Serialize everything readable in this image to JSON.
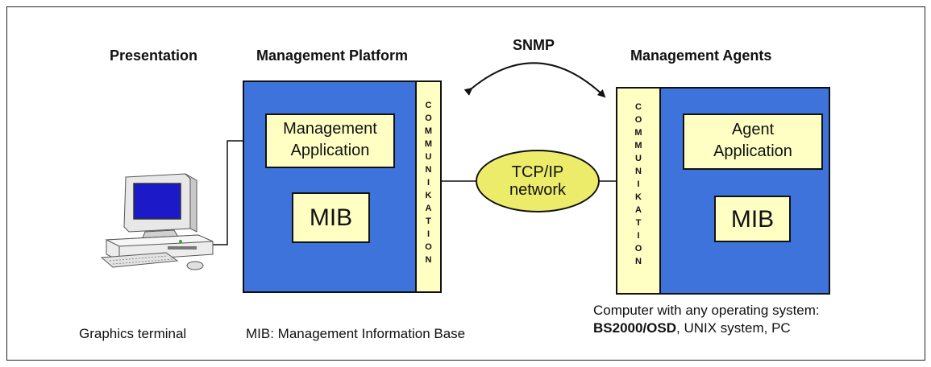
{
  "headers": {
    "presentation": "Presentation",
    "management_platform": "Management Platform",
    "snmp": "SNMP",
    "management_agents": "Management Agents"
  },
  "platform": {
    "app_line1": "Management",
    "app_line2": "Application",
    "mib": "MIB",
    "comm_letters": [
      "C",
      "O",
      "M",
      "M",
      "U",
      "N",
      "I",
      "K",
      "A",
      "T",
      "I",
      "O",
      "N"
    ]
  },
  "network": {
    "line1": "TCP/IP",
    "line2": "network"
  },
  "agent": {
    "app_line1": "Agent",
    "app_line2": "Application",
    "mib": "MIB",
    "comm_letters": [
      "C",
      "O",
      "M",
      "M",
      "U",
      "N",
      "I",
      "K",
      "A",
      "T",
      "I",
      "O",
      "N"
    ]
  },
  "captions": {
    "graphics_terminal": "Graphics terminal",
    "mib_definition": "MIB: Management Information Base",
    "computer_line1": "Computer with any operating system:",
    "computer_bold": "BS2000/OSD",
    "computer_rest": ", UNIX system, PC"
  },
  "colors": {
    "blue_panel": "#3f73dc",
    "light_yellow": "#ffffc4",
    "network_yellow": "#ecec6a"
  },
  "icons": [
    "desktop-computer-icon"
  ]
}
